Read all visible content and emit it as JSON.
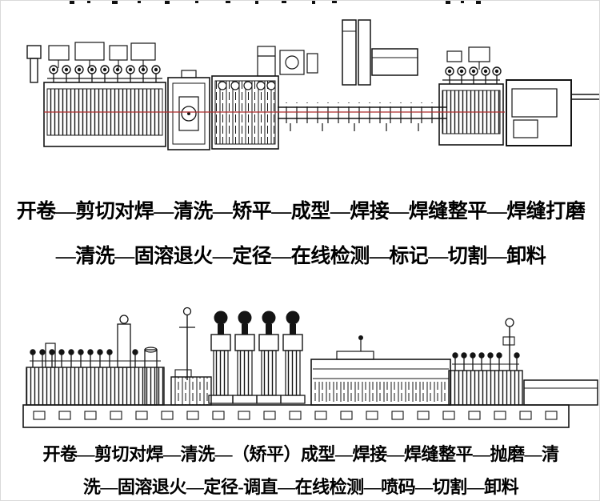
{
  "flow_top": {
    "line1": "开卷—剪切对焊—清洗—矫平—成型—焊接—焊缝整平—焊缝打磨",
    "line2": "—清洗—固溶退火—定径—在线检测—标记—切割—卸料"
  },
  "flow_bottom": {
    "line1": "开卷—剪切对焊—清洗—（矫平）成型—焊接—焊缝整平—抛磨—清",
    "line2": "洗—固溶退火—定径-调直—在线检测—喷码—切割—卸料"
  },
  "colors": {
    "ink": "#141414",
    "pass_line": "#b03030",
    "background": "#ffffff"
  }
}
